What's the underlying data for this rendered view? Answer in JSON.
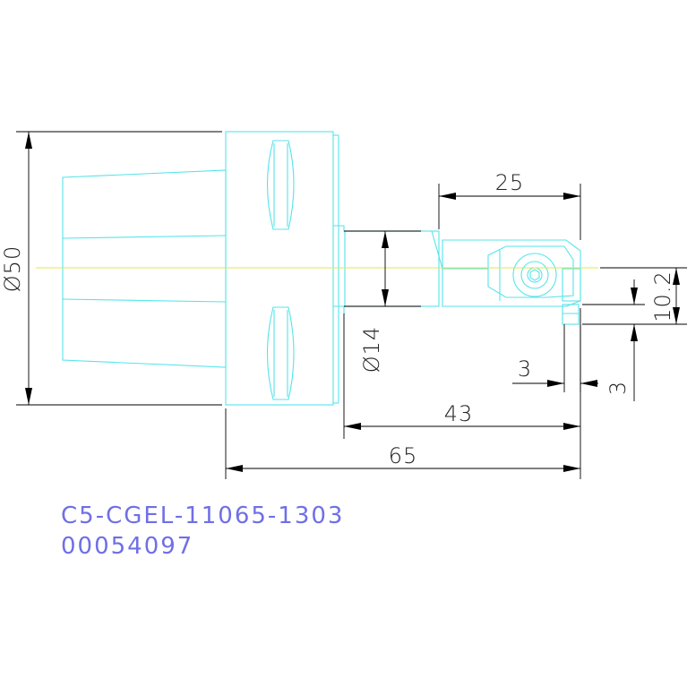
{
  "drawing": {
    "part_number": "C5-CGEL-11065-1303",
    "item_code": "00054097"
  },
  "dimensions": {
    "diameter_body": "Ø50",
    "diameter_shank": "Ø14",
    "bore_reach": "25",
    "shank_length": "43",
    "overall_length": "65",
    "edge_offset": "10.2",
    "groove_width": "3",
    "groove_depth": "3"
  },
  "colors": {
    "geometry": "#55e4ea",
    "centerline": "#e6e64a",
    "dimension": "#000000",
    "label": "#6f6fe6"
  }
}
